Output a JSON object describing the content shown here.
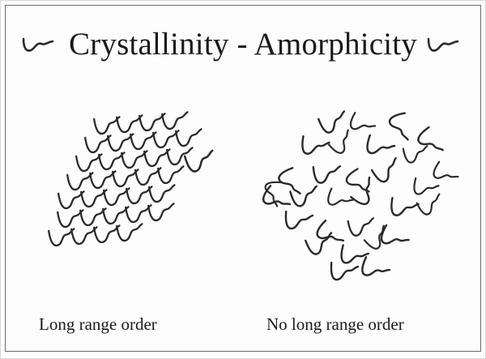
{
  "title": {
    "text": "Crystallinity - Amorphicity",
    "left_icon": "polymer-chain-icon",
    "right_icon": "polymer-chain-icon"
  },
  "panels": {
    "crystalline": {
      "icon": "ordered-polymer-chains-icon",
      "caption": "Long range order"
    },
    "amorphous": {
      "icon": "disordered-polymer-chains-icon",
      "caption": "No long range order"
    }
  },
  "colors": {
    "ink": "#2a2a2a",
    "frame": "#6b6b6b",
    "background": "#fdfdfd"
  }
}
